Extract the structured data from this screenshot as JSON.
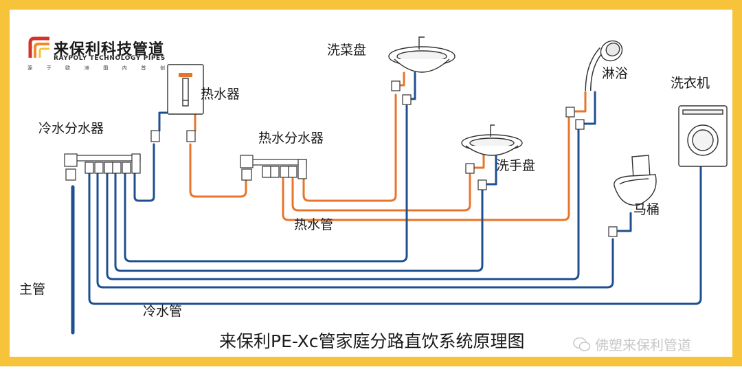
{
  "logo": {
    "name": "来保利科技管道",
    "english": "RAYPOLY TECHNOLOGY PIPES",
    "tagline": [
      "源",
      "于",
      "欧",
      "洲",
      "国",
      "内",
      "首",
      "创"
    ]
  },
  "labels": {
    "cold_manifold": "冷水分水器",
    "water_heater": "热水器",
    "hot_manifold": "热水分水器",
    "kitchen_sink": "洗菜盘",
    "shower": "淋浴",
    "washing_machine": "洗衣机",
    "wash_basin": "洗手盘",
    "toilet": "马桶",
    "hot_pipe": "热水管",
    "main_pipe": "主管",
    "cold_pipe": "冷水管"
  },
  "title": "来保利PE-Xc管家庭分路直饮系统原理图",
  "watermark": "佛塑来保利管道",
  "colors": {
    "frame": "#f6c33a",
    "hot_pipe": "#e8742a",
    "cold_pipe": "#1e4f91",
    "logo_red": "#d6312b",
    "logo_orange": "#f08a24",
    "logo_yellow": "#f6c33a"
  }
}
